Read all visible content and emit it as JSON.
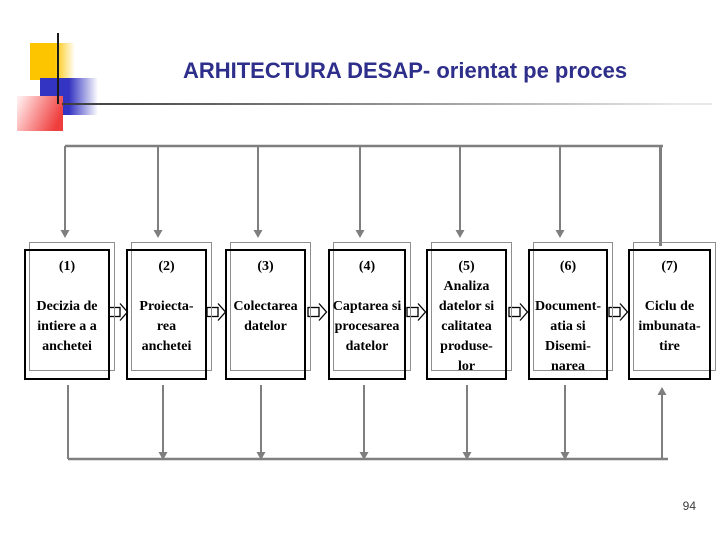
{
  "slide": {
    "title": "ARHITECTURA DESAP- orientat pe proces",
    "page_number": "94"
  },
  "colors": {
    "title_text": "#2e2e8b",
    "connector_gray": "#7f7f7f",
    "box_border_black": "#000000",
    "box_border_gray": "#8e8e8e",
    "logo_yellow": "#fdc500",
    "logo_blue": "#3434c2",
    "logo_red": "#ef3e3e"
  },
  "diagram": {
    "stages": [
      {
        "num": "(1)",
        "gap_after_num": true,
        "lines": [
          "Decizia de",
          "intiere a a",
          "anchetei"
        ]
      },
      {
        "num": "(2)",
        "gap_after_num": true,
        "lines": [
          "Proiecta-",
          "rea",
          "anchetei"
        ]
      },
      {
        "num": "(3)",
        "gap_after_num": true,
        "lines": [
          "Colectarea",
          "datelor"
        ]
      },
      {
        "num": "(4)",
        "gap_after_num": true,
        "lines": [
          "Captarea si",
          "procesarea",
          "datelor"
        ]
      },
      {
        "num": "(5)",
        "gap_after_num": false,
        "lines": [
          "Analiza",
          "datelor si",
          "calitatea",
          "produse-",
          "lor"
        ]
      },
      {
        "num": "(6)",
        "gap_after_num": true,
        "lines": [
          "Document-",
          "atia si",
          "Disemi-",
          "narea"
        ]
      },
      {
        "num": "(7)",
        "gap_after_num": true,
        "lines": [
          "Ciclu de",
          "imbunata-",
          "tire"
        ]
      }
    ]
  }
}
